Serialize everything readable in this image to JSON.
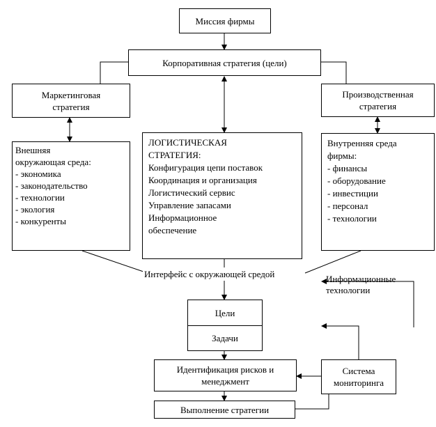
{
  "boxes": {
    "mission": "Миссия фирмы",
    "corporate": "Корпоративная стратегия (цели)",
    "marketing": [
      "Маркетинговая",
      "стратегия"
    ],
    "production": [
      "Производственная",
      "стратегия"
    ],
    "external": {
      "title": [
        "Внешняя",
        "окружающая среда:"
      ],
      "items": [
        "- экономика",
        "- законодательство",
        "- технологии",
        "- экология",
        "- конкуренты"
      ]
    },
    "logistics": {
      "title": [
        "ЛОГИСТИЧЕСКАЯ",
        "СТРАТЕГИЯ:"
      ],
      "items": [
        "Конфигурация цепи поставок",
        "Координация и организация",
        "Логистический сервис",
        "Управление запасами",
        "Информационное",
        "обеспечение"
      ]
    },
    "internal": {
      "title": [
        "Внутренняя среда",
        "фирмы:"
      ],
      "items": [
        "- финансы",
        "- оборудование",
        "- инвестиции",
        "- персонал",
        "- технологии"
      ]
    },
    "goals": "Цели",
    "tasks": "Задачи",
    "risk": [
      "Идентификация рисков и",
      "менеджмент"
    ],
    "monitoring": [
      "Система",
      "мониторинга"
    ],
    "execution": "Выполнение стратегии"
  },
  "labels": {
    "interface": "Интерфейс с окружающей средой",
    "infotech": [
      "Информационные",
      "технологии"
    ]
  }
}
